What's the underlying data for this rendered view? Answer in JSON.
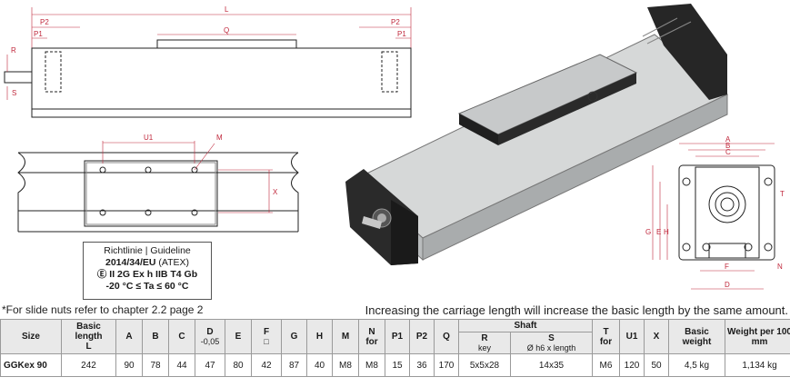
{
  "drawing_labels": {
    "L": "L",
    "P2_left": "P2",
    "P1_left": "P1",
    "P2_right": "P2",
    "P1_right": "P1",
    "Q": "Q",
    "R": "R",
    "S": "S",
    "U1": "U1",
    "M": "M",
    "X": "X",
    "A": "A",
    "B": "B",
    "C": "C",
    "D": "D",
    "E": "E",
    "F": "F",
    "G": "G",
    "H": "H",
    "N": "N",
    "T": "T"
  },
  "guideline": {
    "line1": "Richtlinie | Guideline",
    "line2_bold": "2014/34/EU",
    "line2_rest": " (ATEX)",
    "line3": "Ⓔ II 2G Ex h IIB T4 Gb",
    "line4": "-20 °C ≤ Ta ≤ 60 °C"
  },
  "footnote": "*For slide nuts refer to chapter 2.2 page 2",
  "note": "Increasing the carriage length will increase the basic length by the same amount.",
  "table": {
    "headers": {
      "size": "Size",
      "basic_length": "Basic length",
      "basic_length_sub": "L",
      "A": "A",
      "B": "B",
      "C": "C",
      "D": "D",
      "D_sub": "-0,05",
      "E": "E",
      "F": "F",
      "F_sub": "□",
      "G": "G",
      "H": "H",
      "M": "M",
      "N": "N",
      "N_sub": "for",
      "P1": "P1",
      "P2": "P2",
      "Q": "Q",
      "shaft": "Shaft",
      "R": "R",
      "R_sub": "key",
      "S": "S",
      "S_sub": "Ø h6 x length",
      "T": "T",
      "T_sub": "for",
      "U1": "U1",
      "X": "X",
      "basic_weight": "Basic weight",
      "weight_per_100": "Weight per 100 mm"
    },
    "row": {
      "size": "GGKex 90",
      "basic_length": "242",
      "A": "90",
      "B": "78",
      "C": "44",
      "D": "47",
      "E": "80",
      "F": "42",
      "G": "87",
      "H": "40",
      "M": "M8",
      "N": "M8",
      "P1": "15",
      "P2": "36",
      "Q": "170",
      "R": "5x5x28",
      "S": "14x35",
      "T": "M6",
      "U1": "120",
      "X": "50",
      "basic_weight": "4,5 kg",
      "weight_per_100": "1,134 kg"
    }
  }
}
